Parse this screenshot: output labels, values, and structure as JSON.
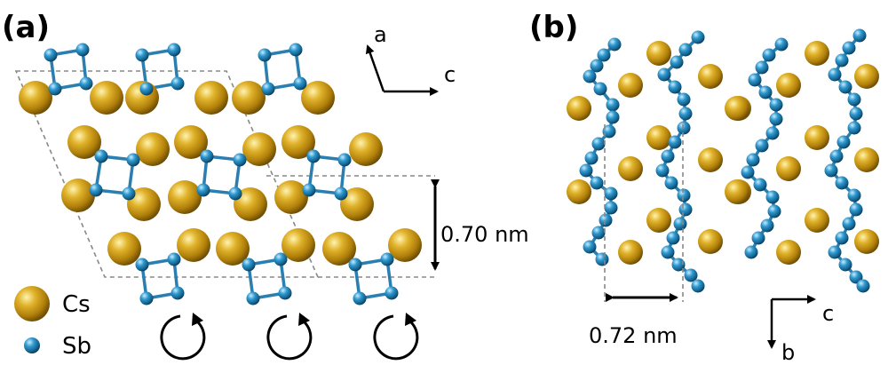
{
  "panels": {
    "a": {
      "label": "(a)"
    },
    "b": {
      "label": "(b)"
    }
  },
  "axes": {
    "a_up": "a",
    "a_right": "c",
    "b_right": "c",
    "b_down": "b"
  },
  "dimensions": {
    "height_label": "0.70 nm",
    "width_label": "0.72 nm"
  },
  "legend": {
    "cs_label": "Cs",
    "sb_label": "Sb"
  },
  "colors": {
    "cs": "#c89a12",
    "sb": "#1f86b8",
    "bond": "#2a7fb0",
    "cell": "#888888"
  }
}
